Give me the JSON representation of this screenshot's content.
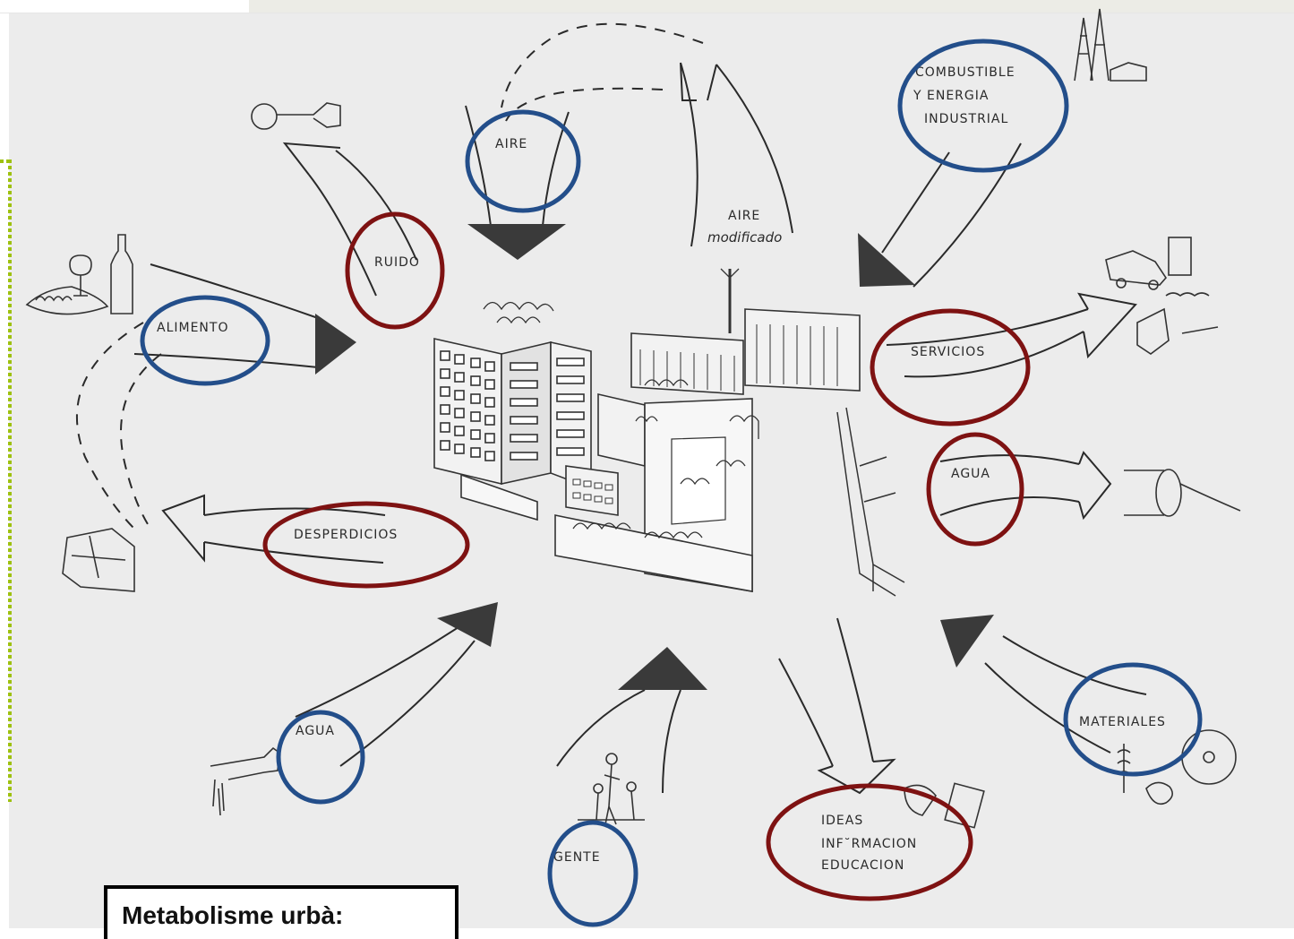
{
  "labels": {
    "aire_in": "AIRE",
    "aire_mod": "AIRE",
    "aire_mod_sub": "modificado",
    "combustible_1": "COMBUSTIBLE",
    "combustible_2": "Y ENERGIA",
    "combustible_3": "INDUSTRIAL",
    "ruido": "RUIDO",
    "alimento": "ALIMENTO",
    "servicios": "SERVICIOS",
    "agua_out": "AGUA",
    "desperdicios": "DESPERDICIOS",
    "agua_in": "AGUA",
    "gente": "GENTE",
    "ideas_1": "IDEAS",
    "ideas_2": "INF˘RMACION",
    "ideas_3": "EDUCACION",
    "materiales": "MATERIALES"
  },
  "caption": "Metabolisme urbà:",
  "colors": {
    "input_circle": "#234e8a",
    "output_circle": "#7e1212",
    "dotted_bar": "#9ec10f",
    "background": "#ececec",
    "ink": "#2a2a2a"
  }
}
